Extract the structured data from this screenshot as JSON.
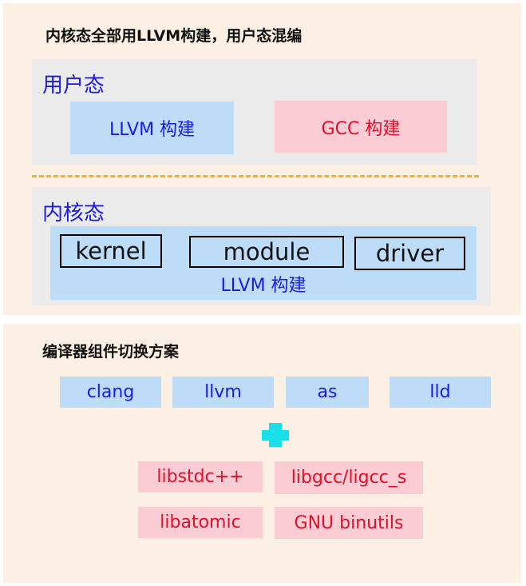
{
  "top_panel": {
    "title": "内核态全部用LLVM构建，用户态混编",
    "user_zone": {
      "label": "用户态",
      "llvm_box": "LLVM 构建",
      "gcc_box": "GCC 构建"
    },
    "kernel_zone": {
      "label": "内核态",
      "modules": [
        "kernel",
        "module",
        "driver"
      ],
      "build_label": "LLVM 构建"
    }
  },
  "bottom_panel": {
    "title": "编译器组件切换方案",
    "llvm_components": [
      "clang",
      "llvm",
      "as",
      "lld"
    ],
    "gnu_components": [
      "libstdc++",
      "libgcc/ligcc_s",
      "libatomic",
      "GNU binutils"
    ]
  },
  "colors": {
    "panel_bg": "#fcefe4",
    "zone_bg": "#ebebeb",
    "llvm_blue": "#bcdcf8",
    "gcc_pink": "#fbccd4",
    "blue_text": "#1a1ae6",
    "red_text": "#e0102a",
    "divider": "#f3b02a",
    "plus": "#17e0e8"
  }
}
